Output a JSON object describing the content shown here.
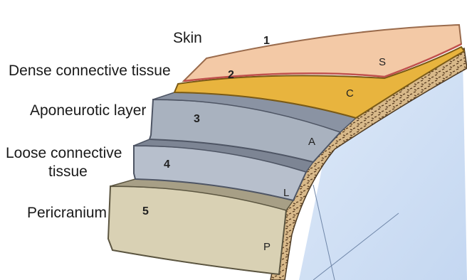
{
  "labels": {
    "skin": "Skin",
    "dense": "Dense connective tissue",
    "aponeurotic": "Aponeurotic layer",
    "loose_line1": "Loose connective",
    "loose_line2": "tissue",
    "pericranium": "Pericranium"
  },
  "numbers": {
    "n1": "1",
    "n2": "2",
    "n3": "3",
    "n4": "4",
    "n5": "5"
  },
  "letters": {
    "s": "S",
    "c": "C",
    "a": "A",
    "l": "L",
    "p": "P"
  },
  "colors": {
    "skin": "#f3c9a6",
    "dense": "#e8b43e",
    "aponeurotic": "#a9b2bf",
    "loose": "#b7bfcc",
    "pericranium": "#d9d1b4",
    "bone": "#c9a678",
    "background_sky": "#cfe0f6"
  }
}
